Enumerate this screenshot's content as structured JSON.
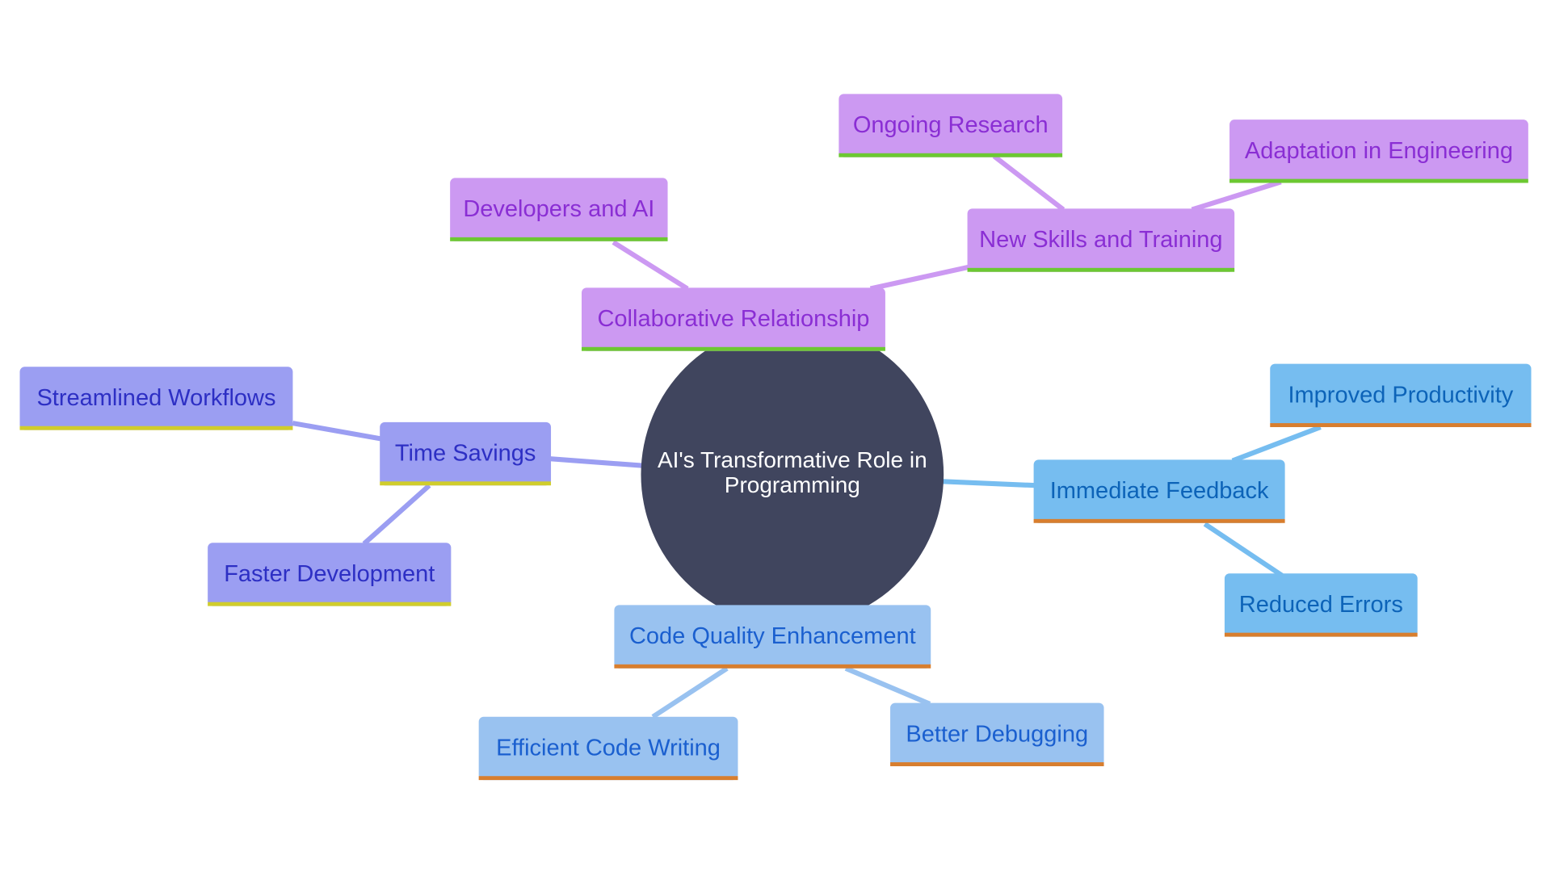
{
  "mindmap": {
    "root": {
      "label_lines": [
        "AI's Transformative Role in",
        "Programming"
      ],
      "color": "#40455e",
      "text_color": "#ffffff"
    },
    "branches": [
      {
        "id": "collab",
        "label": "Collaborative Relationship",
        "palette": "purple",
        "children": [
          {
            "id": "devs",
            "label": "Developers and AI",
            "children": []
          },
          {
            "id": "skills",
            "label": "New Skills and Training",
            "children": [
              {
                "id": "research",
                "label": "Ongoing Research"
              },
              {
                "id": "adapt",
                "label": "Adaptation in Engineering"
              }
            ]
          }
        ]
      },
      {
        "id": "time",
        "label": "Time Savings",
        "palette": "indigo",
        "children": [
          {
            "id": "streamlined",
            "label": "Streamlined Workflows",
            "children": []
          },
          {
            "id": "faster",
            "label": "Faster Development",
            "children": []
          }
        ]
      },
      {
        "id": "feedback",
        "label": "Immediate Feedback",
        "palette": "sky",
        "children": [
          {
            "id": "productivity",
            "label": "Improved Productivity",
            "children": []
          },
          {
            "id": "errors",
            "label": "Reduced Errors",
            "children": []
          }
        ]
      },
      {
        "id": "quality",
        "label": "Code Quality Enhancement",
        "palette": "lightblue",
        "children": [
          {
            "id": "efficient",
            "label": "Efficient Code Writing",
            "children": []
          },
          {
            "id": "debugging",
            "label": "Better Debugging",
            "children": []
          }
        ]
      }
    ],
    "palettes": {
      "purple": {
        "fill": "#cc99f2",
        "text": "#8a2ed4",
        "underline": "#6cc832",
        "edge": "#cc99f2"
      },
      "indigo": {
        "fill": "#9b9ef2",
        "text": "#2d2fc4",
        "underline": "#d0cd2c",
        "edge": "#9b9ef2"
      },
      "sky": {
        "fill": "#76bdf0",
        "text": "#0c63b8",
        "underline": "#d87e2e",
        "edge": "#76bdf0"
      },
      "lightblue": {
        "fill": "#99c2f0",
        "text": "#1a5fcf",
        "underline": "#d87e2e",
        "edge": "#99c2f0"
      }
    }
  }
}
